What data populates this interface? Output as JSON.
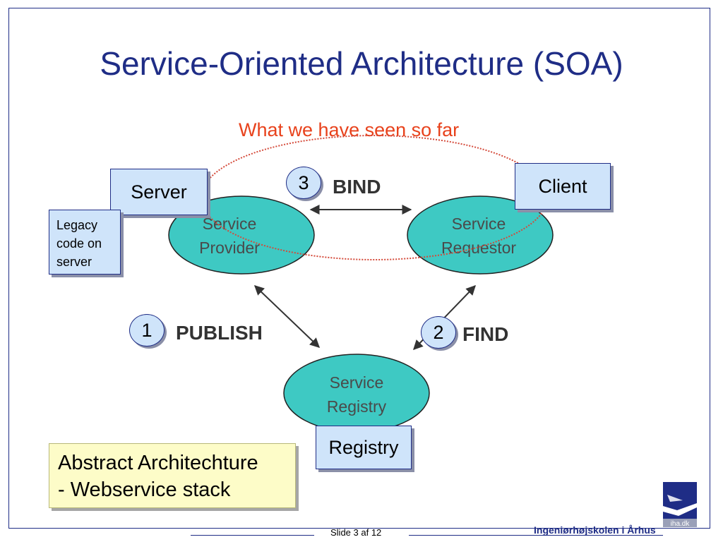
{
  "title": "Service-Oriented Architecture (SOA)",
  "subtitle": "What we have seen so far",
  "nodes": {
    "provider": {
      "line1": "Service",
      "line2": "Provider"
    },
    "requestor": {
      "line1": "Service",
      "line2": "Requestor"
    },
    "registry": {
      "line1": "Service",
      "line2": "Registry"
    }
  },
  "steps": [
    {
      "number": "3",
      "verb": "BIND"
    },
    {
      "number": "1",
      "verb": "PUBLISH"
    },
    {
      "number": "2",
      "verb": "FIND"
    }
  ],
  "labels": {
    "server": "Server",
    "client": "Client",
    "registry": "Registry",
    "legacy_line1": "Legacy",
    "legacy_line2": "code on",
    "legacy_line3": "server"
  },
  "note": {
    "line1": "Abstract Architechture",
    "line2": "- Webservice stack"
  },
  "footer": {
    "slide": "Slide 3 af  12",
    "school": "Ingeniørhøjskolen i Århus",
    "logo_text": "iha.dk"
  },
  "colors": {
    "title": "#1f2d86",
    "subtitle": "#e8421c",
    "oval": "#3ec9c3",
    "box": "#cfe4fa",
    "note": "#fdfcc8"
  }
}
